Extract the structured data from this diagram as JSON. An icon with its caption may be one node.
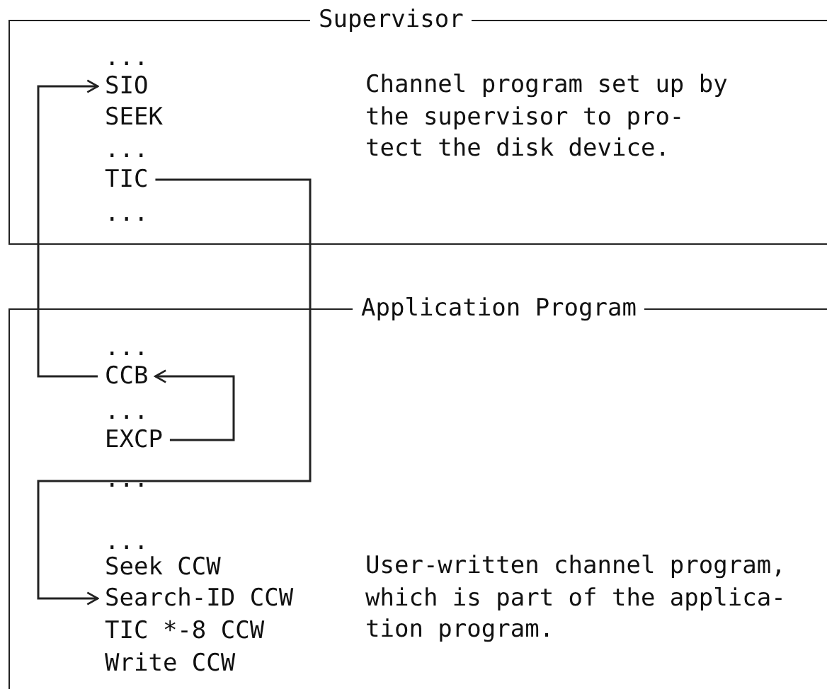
{
  "diagram": {
    "nodes": [
      {
        "text": [
          "Supervisor"
        ]
      },
      {
        "text": [
          "..."
        ],
        "in": 0
      },
      {
        "text": [
          "SIO"
        ],
        "in": 0
      },
      {
        "text": [
          "SEEK"
        ],
        "in": 0
      },
      {
        "text": [
          "..."
        ],
        "in": 0
      },
      {
        "text": [
          "TIC"
        ],
        "in": 0
      },
      {
        "text": [
          "..."
        ],
        "in": 0
      },
      {
        "text": [
          "Application Program"
        ]
      },
      {
        "text": [
          "..."
        ],
        "in": 7
      },
      {
        "text": [
          "CCB"
        ],
        "in": 7
      },
      {
        "text": [
          "..."
        ],
        "in": 7
      },
      {
        "text": [
          "EXCP"
        ],
        "in": 7
      },
      {
        "text": [
          "..."
        ],
        "in": 7
      },
      {
        "text": [
          "..."
        ],
        "in": 7
      },
      {
        "text": [
          "Seek CCW"
        ],
        "in": 7
      },
      {
        "text": [
          "Search-ID CCW"
        ],
        "in": 7
      },
      {
        "text": [
          "TIC *-8 CCW"
        ],
        "in": 7
      },
      {
        "text": [
          "Write CCW"
        ],
        "in": 7
      }
    ],
    "edges": [
      {
        "from": 9,
        "to": 2,
        "arrow": "to"
      },
      {
        "from": 11,
        "to": 9,
        "arrow": "to"
      },
      {
        "from": 5,
        "to": 15,
        "arrow": "to"
      }
    ],
    "labels": [
      "Channel program set up by the supervisor to pro- tect the disk device.",
      "User-written channel program, which is part of the applica- tion program."
    ]
  }
}
